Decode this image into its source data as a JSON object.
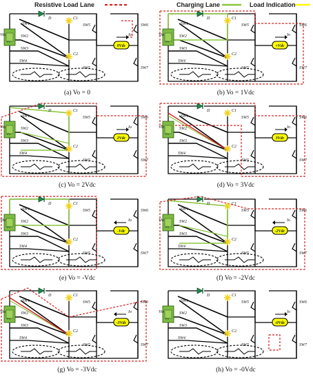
{
  "legend": {
    "resistive_label": "Resistive Load Lane",
    "charging_label": "Charging Lane",
    "load_label": "Load Indication"
  },
  "colors": {
    "resistive": "#d42020",
    "charging": "#8cc63f",
    "load": "#ffff00",
    "capacitor": "#f2d11a",
    "pv_fill": "#7dbb42",
    "diode": "#1e8a4a",
    "wire": "#000000"
  },
  "labels": {
    "vin": "Vin",
    "diode": "D",
    "pv": "PV",
    "c1": "C1",
    "c2": "C2",
    "io": "Io",
    "sw1": "SW1",
    "sw2": "SW2",
    "sw3": "SW3",
    "sw4": "SW4",
    "sw5": "SW5",
    "sw6": "SW6",
    "sw7": "SW7"
  },
  "panels": [
    {
      "caption": "(a) Vo = 0",
      "load": "0Vdc",
      "state": "zero"
    },
    {
      "caption": "(b) Vo = 1Vdc",
      "load": "+Vdc",
      "state": "one"
    },
    {
      "caption": "(c) Vo = 2Vdc",
      "load": "2Vdc",
      "state": "two"
    },
    {
      "caption": "(d) Vo = 3Vdc",
      "load": "3Vdc",
      "state": "three"
    },
    {
      "caption": "(e) Vo = -Vdc",
      "load": "-Vdc",
      "state": "mone"
    },
    {
      "caption": "(f) Vo = -2Vdc",
      "load": "-2Vdc",
      "state": "mtwo"
    },
    {
      "caption": "(g) Vo = -3Vdc",
      "load": "-3Vdc",
      "state": "mthree"
    },
    {
      "caption": "(h) Vo = -0Vdc",
      "load": "-0Vdc",
      "state": "mzero"
    }
  ]
}
